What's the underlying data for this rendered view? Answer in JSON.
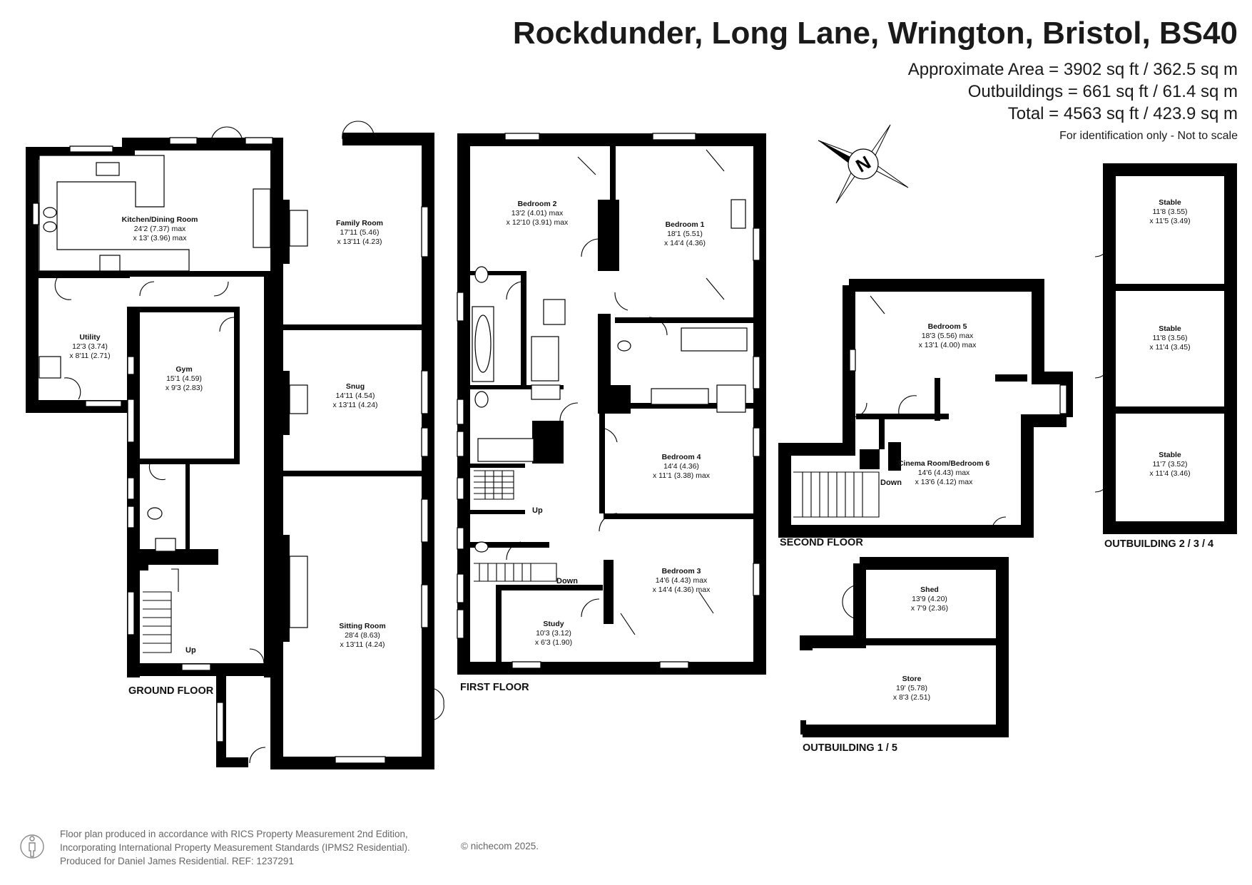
{
  "header": {
    "title": "Rockdunder, Long Lane, Wrington, Bristol, BS40",
    "approx_area": "Approximate Area = 3902 sq ft / 362.5 sq m",
    "outbuildings": "Outbuildings = 661 sq ft / 61.4 sq m",
    "total": "Total = 4563 sq ft / 423.9 sq m",
    "identification": "For identification only - Not to scale"
  },
  "compass": {
    "label": "N"
  },
  "floors": {
    "ground": "GROUND FLOOR",
    "first": "FIRST FLOOR",
    "second": "SECOND FLOOR",
    "outbuilding_2_3_4": "OUTBUILDING 2 / 3 / 4",
    "outbuilding_1_5": "OUTBUILDING 1 / 5"
  },
  "rooms": {
    "kitchen": {
      "name": "Kitchen/Dining Room",
      "dim1": "24'2 (7.37) max",
      "dim2": "x 13' (3.96) max"
    },
    "family": {
      "name": "Family Room",
      "dim1": "17'11 (5.46)",
      "dim2": "x 13'11 (4.23)"
    },
    "utility": {
      "name": "Utility",
      "dim1": "12'3 (3.74)",
      "dim2": "x 8'11 (2.71)"
    },
    "gym": {
      "name": "Gym",
      "dim1": "15'1 (4.59)",
      "dim2": "x 9'3 (2.83)"
    },
    "snug": {
      "name": "Snug",
      "dim1": "14'11 (4.54)",
      "dim2": "x 13'11 (4.24)"
    },
    "sitting": {
      "name": "Sitting Room",
      "dim1": "28'4 (8.63)",
      "dim2": "x 13'11 (4.24)"
    },
    "bedroom2": {
      "name": "Bedroom 2",
      "dim1": "13'2 (4.01) max",
      "dim2": "x 12'10 (3.91) max"
    },
    "bedroom1": {
      "name": "Bedroom 1",
      "dim1": "18'1 (5.51)",
      "dim2": "x  14'4 (4.36)"
    },
    "bedroom4": {
      "name": "Bedroom 4",
      "dim1": "14'4 (4.36)",
      "dim2": "x 11'1 (3.38) max"
    },
    "bedroom3": {
      "name": "Bedroom 3",
      "dim1": "14'6 (4.43) max",
      "dim2": "x 14'4 (4.36) max"
    },
    "study": {
      "name": "Study",
      "dim1": "10'3 (3.12)",
      "dim2": "x 6'3 (1.90)"
    },
    "bedroom5": {
      "name": "Bedroom 5",
      "dim1": "18'3 (5.56) max",
      "dim2": "x 13'1 (4.00) max"
    },
    "cinema": {
      "name": "Cinema Room/Bedroom 6",
      "dim1": "14'6 (4.43) max",
      "dim2": "x 13'6 (4.12) max"
    },
    "stable1": {
      "name": "Stable",
      "dim1": "11'8 (3.55)",
      "dim2": "x 11'5 (3.49)"
    },
    "stable2": {
      "name": "Stable",
      "dim1": "11'8 (3.56)",
      "dim2": "x 11'4 (3.45)"
    },
    "stable3": {
      "name": "Stable",
      "dim1": "11'7 (3.52)",
      "dim2": "x 11'4 (3.46)"
    },
    "shed": {
      "name": "Shed",
      "dim1": "13'9 (4.20)",
      "dim2": "x 7'9 (2.36)"
    },
    "store": {
      "name": "Store",
      "dim1": "19' (5.78)",
      "dim2": "x 8'3 (2.51)"
    }
  },
  "stairs": {
    "up": "Up",
    "down": "Down"
  },
  "footer": {
    "line1": "Floor plan produced in accordance with RICS Property Measurement 2nd Edition,",
    "line2": "Incorporating International Property Measurement Standards (IPMS2 Residential).",
    "line3": "Produced for Daniel James Residential.   REF:  1237291",
    "copyright": "© nichecom 2025."
  }
}
